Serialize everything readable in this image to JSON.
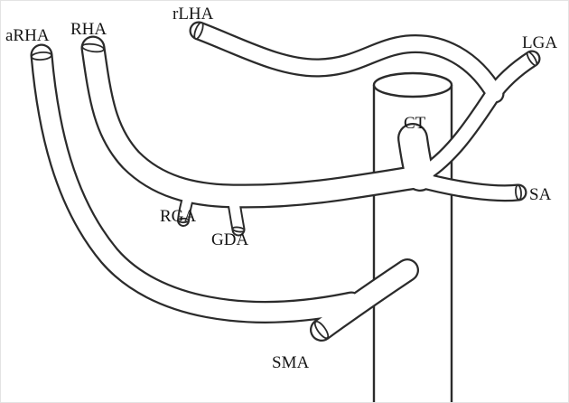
{
  "figure": {
    "description": "Line diagram of celiac trunk and hepatic artery variant anatomy",
    "colors": {
      "background": "#ffffff",
      "line": "#2b2b2b",
      "vessel_fill": "#ffffff"
    },
    "labels": {
      "arha": "aRHA",
      "rha": "RHA",
      "rlha": "rLHA",
      "lga": "LGA",
      "ct": "CT",
      "sa": "SA",
      "rga": "RGA",
      "gda": "GDA",
      "sma": "SMA"
    }
  }
}
